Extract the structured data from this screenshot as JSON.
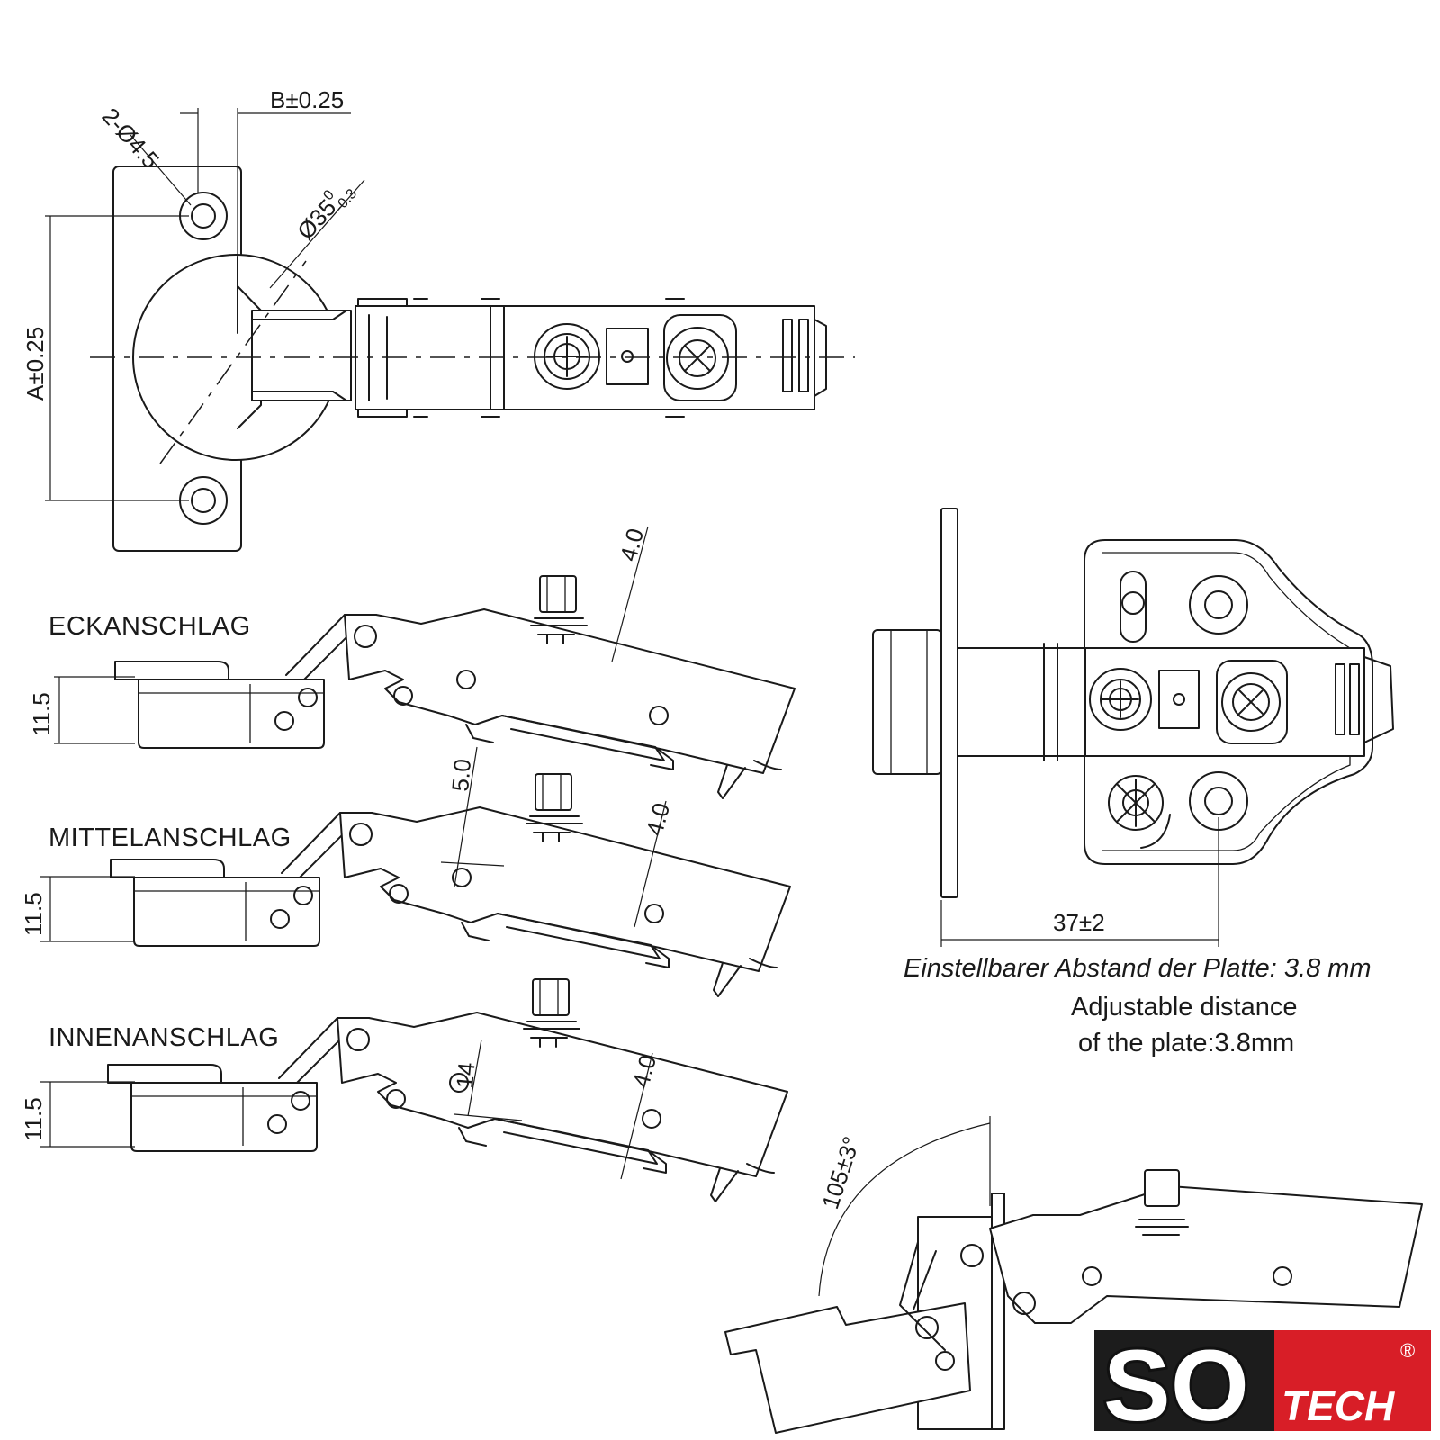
{
  "dimensions": {
    "hole_dia": "2-Ø4.5",
    "b_tol": "B±0.25",
    "a_tol": "A±0.25",
    "cup_dia_main": "Ø35",
    "cup_dia_sup": "0",
    "cup_dia_sub": "-0.3",
    "eck_offset": "4.0",
    "mittel_offset_a": "5.0",
    "mittel_offset_b": "4.0",
    "innen_offset_a": "14",
    "innen_offset_b": "4.0",
    "plate_height_1": "11.5",
    "plate_height_2": "11.5",
    "plate_height_3": "11.5",
    "plate_distance": "37±2",
    "opening_angle": "105±3°"
  },
  "labels": {
    "eckanschlag": "ECKANSCHLAG",
    "mittelanschlag": "MITTELANSCHLAG",
    "innenanschlag": "INNENANSCHLAG"
  },
  "notes": {
    "de": "Einstellbarer Abstand der Platte: 3.8 mm",
    "en_line1": "Adjustable distance",
    "en_line2": "of the plate:3.8mm"
  },
  "logo": {
    "main": "SO",
    "sub": "TECH",
    "reg": "®",
    "colors": {
      "left": "#1c1c1c",
      "right": "#d81e27"
    }
  }
}
